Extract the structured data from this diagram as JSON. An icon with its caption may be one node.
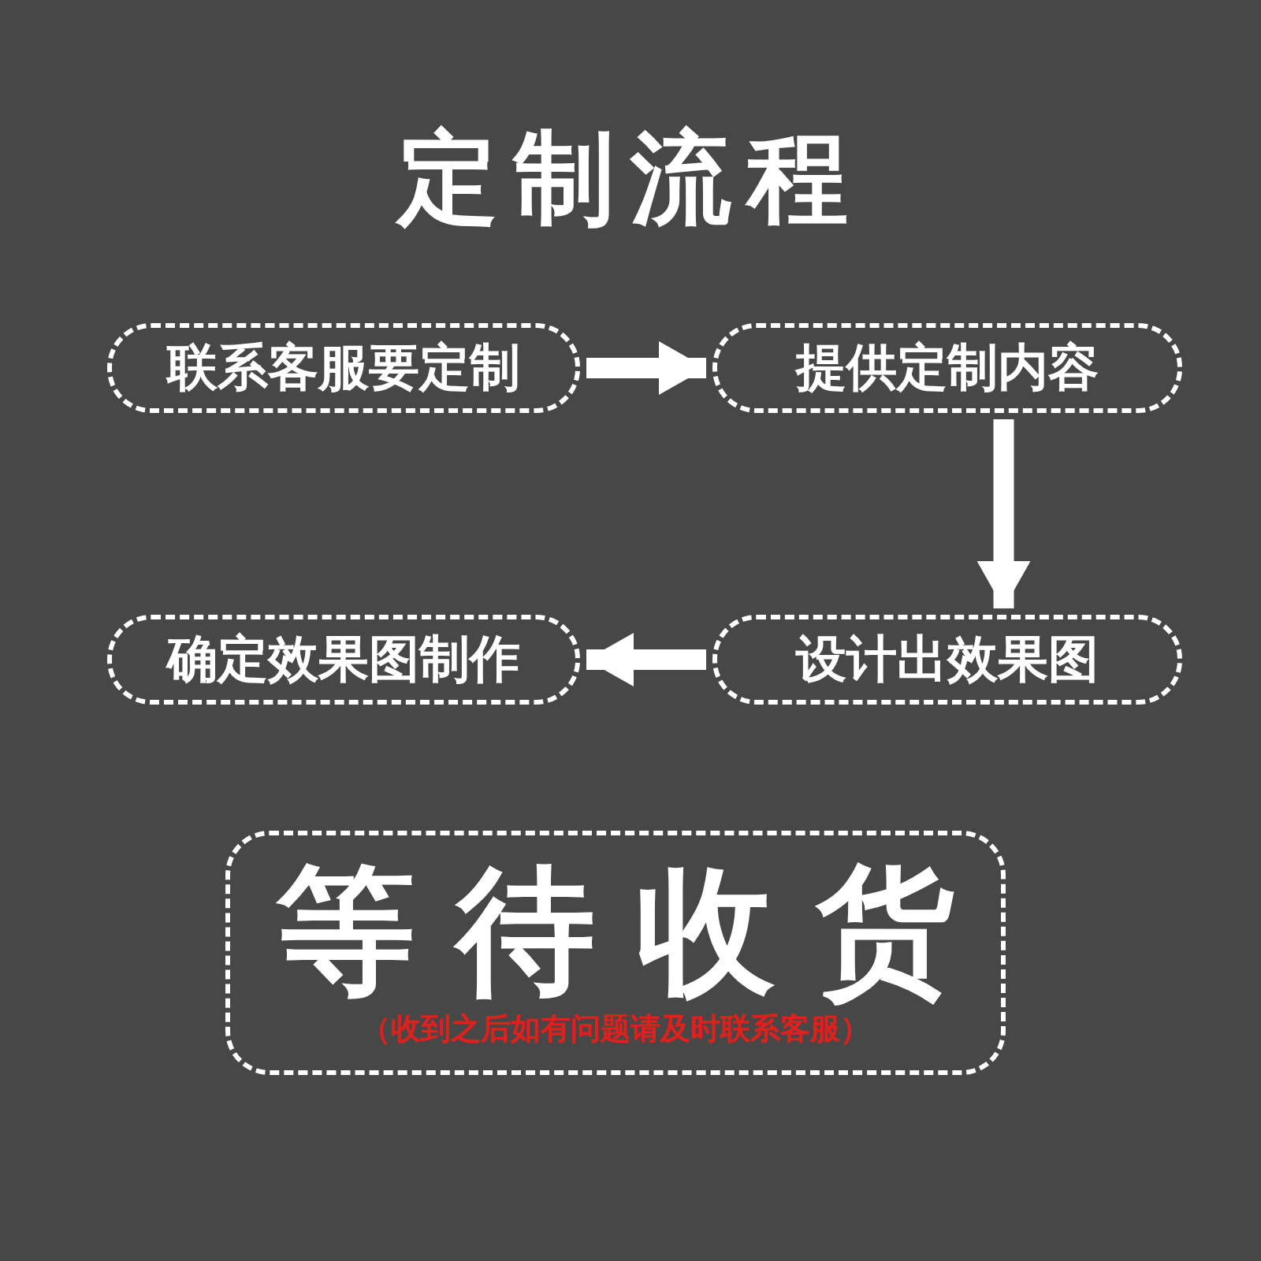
{
  "diagram": {
    "title": "定制流程",
    "nodes": [
      {
        "text": [
          "联系客服要定制"
        ]
      },
      {
        "text": [
          "提供定制内容"
        ]
      },
      {
        "text": [
          "设计出效果图"
        ]
      },
      {
        "text": [
          "确定效果图制作"
        ]
      },
      {
        "text": [
          "等待收货",
          "（收到之后如有问题请及时联系客服）"
        ]
      }
    ],
    "edges": [
      {
        "from": 0,
        "to": 1,
        "arrow": "to"
      },
      {
        "from": 1,
        "to": 2,
        "arrow": "to"
      },
      {
        "from": 2,
        "to": 3,
        "arrow": "to"
      }
    ]
  }
}
